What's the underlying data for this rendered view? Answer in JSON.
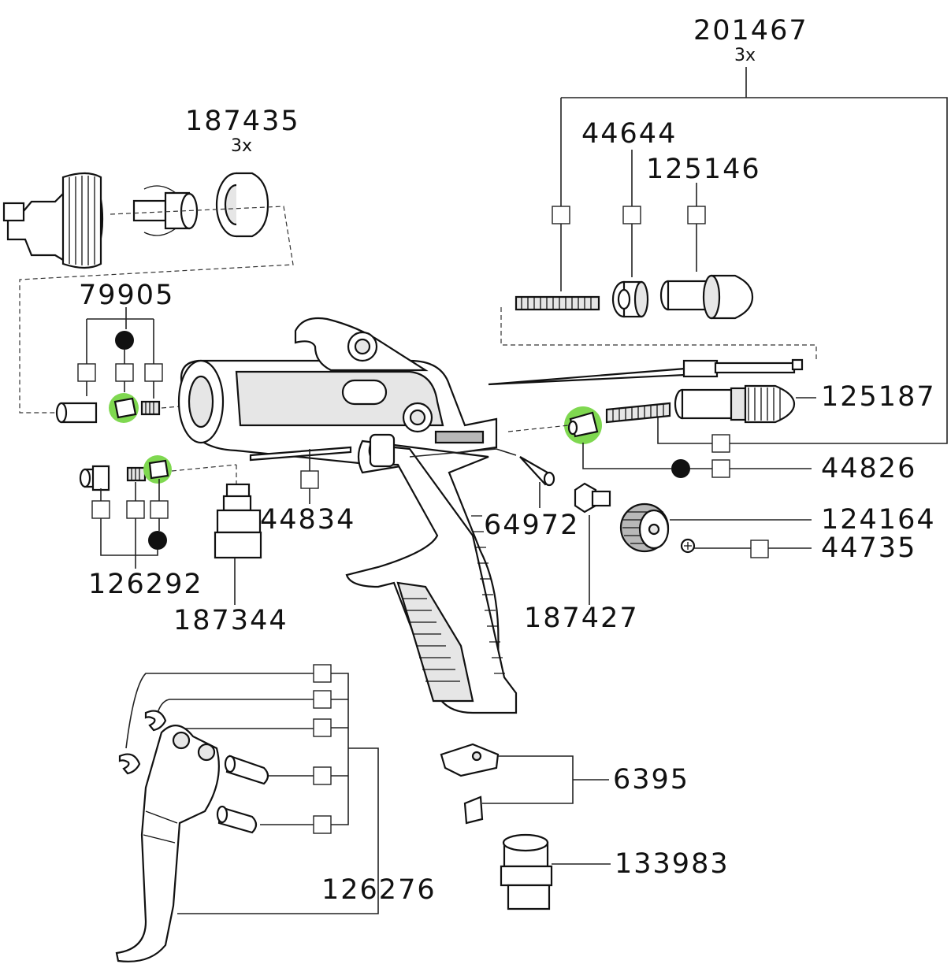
{
  "labels": {
    "p201467": "201467",
    "p201467_qty": "3x",
    "p187435": "187435",
    "p187435_qty": "3x",
    "p44644": "44644",
    "p125146": "125146",
    "p79905": "79905",
    "p125187": "125187",
    "p44826": "44826",
    "p44834": "44834",
    "p64972": "64972",
    "p124164": "124164",
    "p44735": "44735",
    "p126292": "126292",
    "p187344": "187344",
    "p187427": "187427",
    "p6395": "6395",
    "p133983": "133983",
    "p126276": "126276"
  },
  "colors": {
    "highlight": "#7fd850",
    "line": "#222222",
    "dot": "#111111"
  },
  "icons": {
    "marker": "black-dot-marker",
    "ref_box": "reference-square"
  }
}
